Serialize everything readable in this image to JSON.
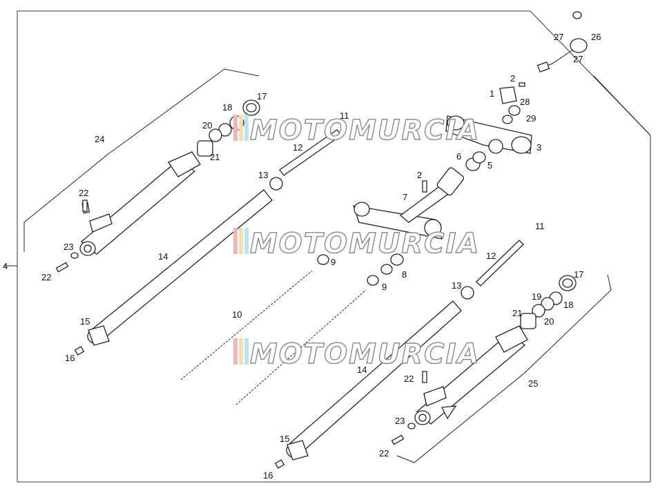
{
  "watermark": "MOTOMURCIA",
  "callouts": {
    "c4": "4",
    "c24": "24",
    "c25": "25",
    "l17": "17",
    "l18": "18",
    "l20": "20",
    "l21": "21",
    "l11": "11",
    "l12": "12",
    "l13": "13",
    "l14": "14",
    "l22a": "22",
    "l23": "23",
    "l22b": "22",
    "l15": "15",
    "l16": "16",
    "l10": "10",
    "l9a": "9",
    "l9b": "9",
    "l8": "8",
    "l7": "7",
    "l2a": "2",
    "l2b": "2",
    "l1": "1",
    "l28": "28",
    "l29": "29",
    "l3": "3",
    "l5": "5",
    "l6": "6",
    "l27a": "27",
    "l27b": "27",
    "l26": "26",
    "r11": "11",
    "r12": "12",
    "r13": "13",
    "r17": "17",
    "r19": "19",
    "r18": "18",
    "r20": "20",
    "r21": "21",
    "r14": "14",
    "r22a": "22",
    "r23": "23",
    "r22b": "22",
    "r15": "15",
    "r16": "16"
  }
}
